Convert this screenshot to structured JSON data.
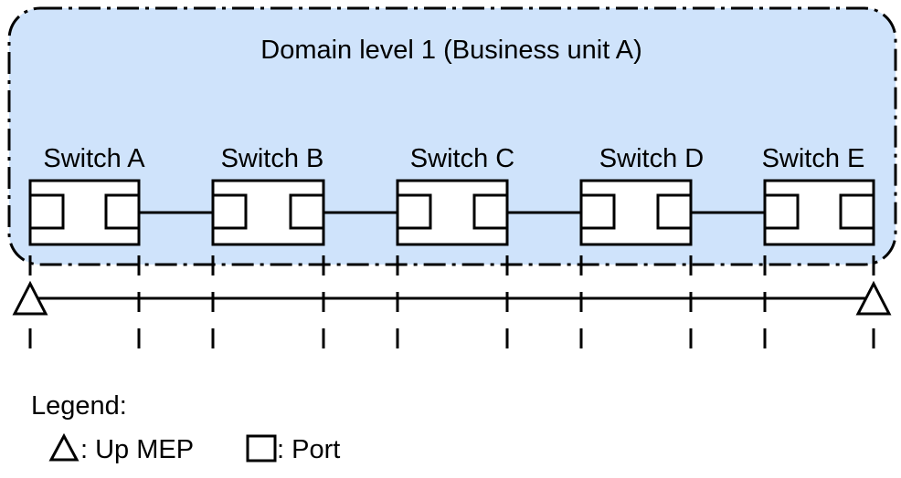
{
  "domain": {
    "title": "Domain level 1 (Business unit A)",
    "fill": "#cfe3fb"
  },
  "switches": [
    {
      "label": "Switch A"
    },
    {
      "label": "Switch B"
    },
    {
      "label": "Switch C"
    },
    {
      "label": "Switch D"
    },
    {
      "label": "Switch E"
    }
  ],
  "legend": {
    "title": "Legend:",
    "up_mep": ": Up MEP",
    "port": ": Port"
  }
}
